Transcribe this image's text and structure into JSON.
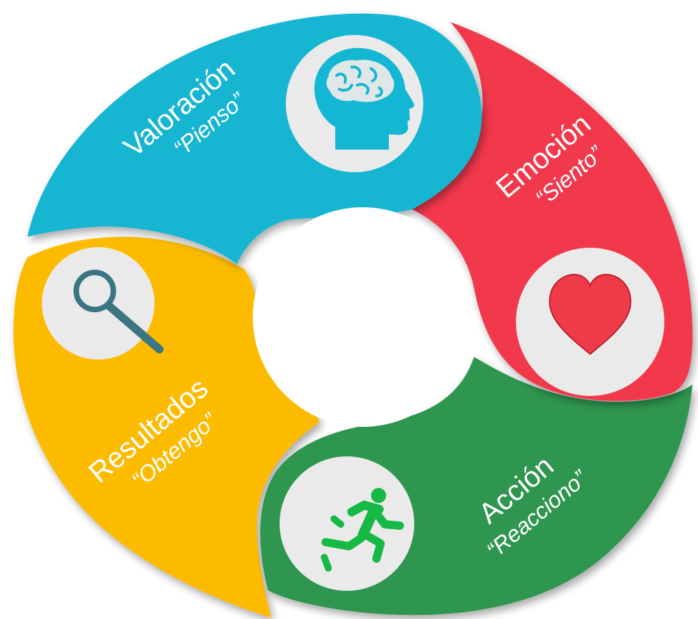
{
  "diagram": {
    "segments": [
      {
        "id": "valoracion",
        "title": "Valoración",
        "subtitle": "“Pienso”",
        "color": "#13b6d3",
        "icon": "brain-head-icon"
      },
      {
        "id": "emocion",
        "title": "Emoción",
        "subtitle": "“Siento”",
        "color": "#f2394b",
        "icon": "heart-icon"
      },
      {
        "id": "accion",
        "title": "Acción",
        "subtitle": "“Reacciono”",
        "color": "#2f9650",
        "icon": "running-person-icon"
      },
      {
        "id": "resultados",
        "title": "Resultados",
        "subtitle": "“Obtengo”",
        "color": "#fdbb00",
        "icon": "magnifier-icon"
      }
    ],
    "icon_circle_color": "#eaeaea",
    "icon_colors": {
      "brain": "#13b6d3",
      "heart": "#ee3a49",
      "runner": "#16b846",
      "magnifier": "#3a7581"
    }
  }
}
